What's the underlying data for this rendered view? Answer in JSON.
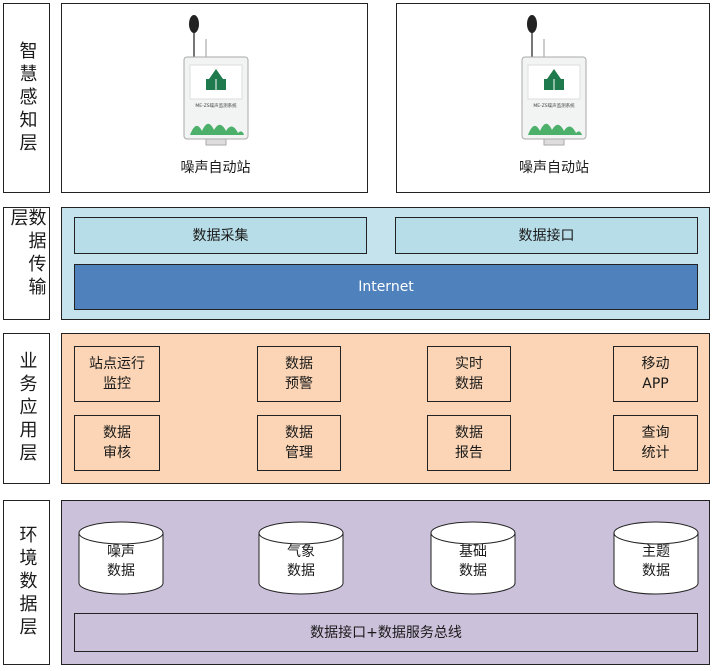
{
  "layers": {
    "perception": "智慧感知层",
    "transmission": "数据传输层",
    "application": "业务应用层",
    "environment": "环境数据层"
  },
  "stations": [
    {
      "label": "噪声自动站",
      "device_text": "ME-ZS噪声监测系统"
    },
    {
      "label": "噪声自动站",
      "device_text": "ME-ZS噪声监测系统"
    }
  ],
  "transmission": {
    "collect": "数据采集",
    "interface": "数据接口",
    "internet": "Internet"
  },
  "apps": [
    "站点运行\n监控",
    "数据\n预警",
    "实时\n数据",
    "移动\nAPP",
    "数据\n审核",
    "数据\n管理",
    "数据\n报告",
    "查询\n统计"
  ],
  "databases": [
    "噪声\n数据",
    "气象\n数据",
    "基础\n数据",
    "主题\n数据"
  ],
  "bus": "数据接口+数据服务总线",
  "colors": {
    "transmission_bg": "#c5e3ed",
    "transmission_box": "#b7dde8",
    "internet_bar": "#4f81bd",
    "application_bg": "#fbd5b5",
    "environment_bg": "#ccc1da",
    "device_logo": "#1f7a4d"
  }
}
